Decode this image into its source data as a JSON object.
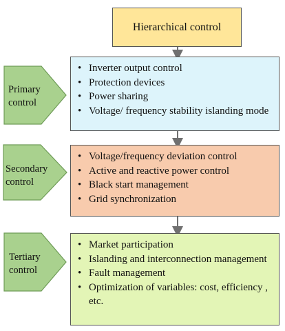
{
  "title": "Hierarchical control",
  "levels": [
    {
      "label_line1": "Primary",
      "label_line2": "control",
      "items": [
        "Inverter output control",
        "Protection devices",
        "Power sharing",
        "Voltage/ frequency stability islanding mode"
      ]
    },
    {
      "label_line1": "Secondary",
      "label_line2": "control",
      "items": [
        "Voltage/frequency deviation control",
        "Active and reactive power control",
        "Black start management",
        "Grid synchronization"
      ]
    },
    {
      "label_line1": "Tertiary",
      "label_line2": "control",
      "items": [
        "Market participation",
        "Islanding and interconnection management",
        "Fault management",
        "Optimization of variables: cost, efficiency , etc."
      ]
    }
  ],
  "colors": {
    "title_fill": "#ffe699",
    "primary_fill": "#ddf4fb",
    "secondary_fill": "#f8cbad",
    "tertiary_fill": "#e3f5b6",
    "pentagon_fill": "#a9d18e"
  }
}
